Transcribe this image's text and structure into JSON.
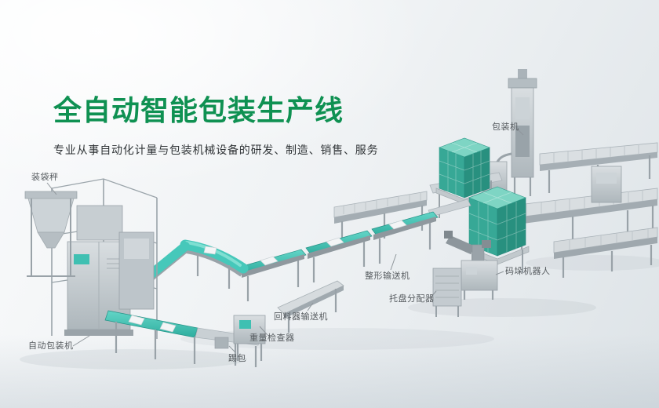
{
  "hero": {
    "title": "全自动智能包装生产线",
    "subtitle": "专业从事自动化计量与包装机械设备的研发、制造、销售、服务"
  },
  "machine_labels": {
    "bagging_scale": "装袋秤",
    "packing_machine": "包装机",
    "shaping_conveyor": "整形输送机",
    "palletizing_robot": "码垛机器人",
    "pallet_dispenser": "托盘分配器",
    "return_feeder_conveyor": "回料器输送机",
    "weight_checker": "重量检查器",
    "bag_kicker": "踢包",
    "auto_packing_machine": "自动包装机"
  },
  "colors": {
    "title_green": "#0f9152",
    "belt_teal": "#46c8ba",
    "product_cube_teal": "#37a896",
    "machine_gray": "#c5ccd1",
    "label_gray": "#565b5f",
    "background_light": "#eff2f4"
  }
}
